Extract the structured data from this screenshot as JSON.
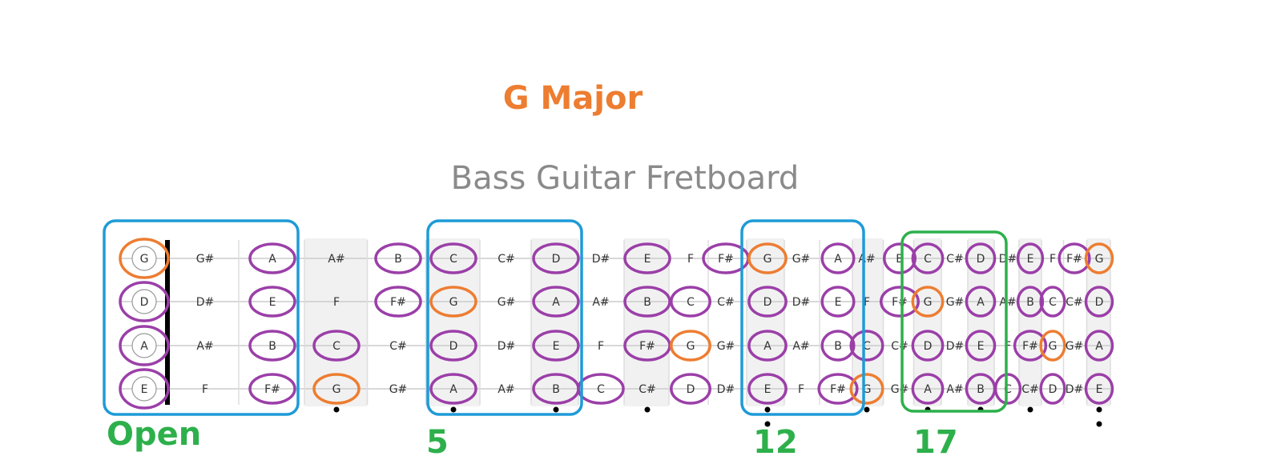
{
  "title": "G Major",
  "subtitle": "Bass Guitar Fretboard",
  "colors": {
    "root": "#ED7D31",
    "scale": "#9B3FA8",
    "position_box": "#1E9BD7",
    "position_box_17": "#2DB04B",
    "fret_label": "#2DB04B"
  },
  "strings": [
    {
      "open": "G",
      "notes": [
        "G",
        "G#",
        "A",
        "A#",
        "B",
        "C",
        "C#",
        "D",
        "D#",
        "E",
        "F",
        "F#",
        "G",
        "G#",
        "A",
        "A#",
        "B",
        "C",
        "C#",
        "D",
        "D#",
        "E",
        "F",
        "F#",
        "G"
      ],
      "marks": [
        "root",
        "",
        "scale",
        "",
        "scale",
        "scale",
        "",
        "scale",
        "",
        "scale",
        "",
        "scale",
        "root",
        "",
        "scale",
        "",
        "scale",
        "scale",
        "",
        "scale",
        "",
        "scale",
        "",
        "scale",
        "root"
      ]
    },
    {
      "open": "D",
      "notes": [
        "D",
        "D#",
        "E",
        "F",
        "F#",
        "G",
        "G#",
        "A",
        "A#",
        "B",
        "C",
        "C#",
        "D",
        "D#",
        "E",
        "F",
        "F#",
        "G",
        "G#",
        "A",
        "A#",
        "B",
        "C",
        "C#",
        "D"
      ],
      "marks": [
        "scale",
        "",
        "scale",
        "",
        "scale",
        "root",
        "",
        "scale",
        "",
        "scale",
        "scale",
        "",
        "scale",
        "",
        "scale",
        "",
        "scale",
        "root",
        "",
        "scale",
        "",
        "scale",
        "scale",
        "",
        "scale"
      ]
    },
    {
      "open": "A",
      "notes": [
        "A",
        "A#",
        "B",
        "C",
        "C#",
        "D",
        "D#",
        "E",
        "F",
        "F#",
        "G",
        "G#",
        "A",
        "A#",
        "B",
        "C",
        "C#",
        "D",
        "D#",
        "E",
        "F",
        "F#",
        "G",
        "G#",
        "A"
      ],
      "marks": [
        "scale",
        "",
        "scale",
        "scale",
        "",
        "scale",
        "",
        "scale",
        "",
        "scale",
        "root",
        "",
        "scale",
        "",
        "scale",
        "scale",
        "",
        "scale",
        "",
        "scale",
        "",
        "scale",
        "root",
        "",
        "scale"
      ]
    },
    {
      "open": "E",
      "notes": [
        "E",
        "F",
        "F#",
        "G",
        "G#",
        "A",
        "A#",
        "B",
        "C",
        "C#",
        "D",
        "D#",
        "E",
        "F",
        "F#",
        "G",
        "G#",
        "A",
        "A#",
        "B",
        "C",
        "C#",
        "D",
        "D#",
        "E"
      ],
      "marks": [
        "scale",
        "",
        "scale",
        "root",
        "",
        "scale",
        "",
        "scale",
        "scale",
        "",
        "scale",
        "",
        "scale",
        "",
        "scale",
        "root",
        "",
        "scale",
        "",
        "scale",
        "scale",
        "",
        "scale",
        "",
        "scale"
      ]
    }
  ],
  "inlay_frets": [
    3,
    5,
    7,
    9,
    12,
    15,
    17,
    19,
    21,
    24
  ],
  "double_inlay_frets": [
    12,
    24
  ],
  "position_boxes": [
    {
      "from_fret": 0,
      "to_fret": 2,
      "color": "blue",
      "label": "Open"
    },
    {
      "from_fret": 5,
      "to_fret": 7,
      "color": "blue",
      "label": "5"
    },
    {
      "from_fret": 12,
      "to_fret": 14,
      "color": "blue",
      "label": "12"
    },
    {
      "from_fret": 17,
      "to_fret": 19,
      "color": "green",
      "label": "17"
    }
  ]
}
